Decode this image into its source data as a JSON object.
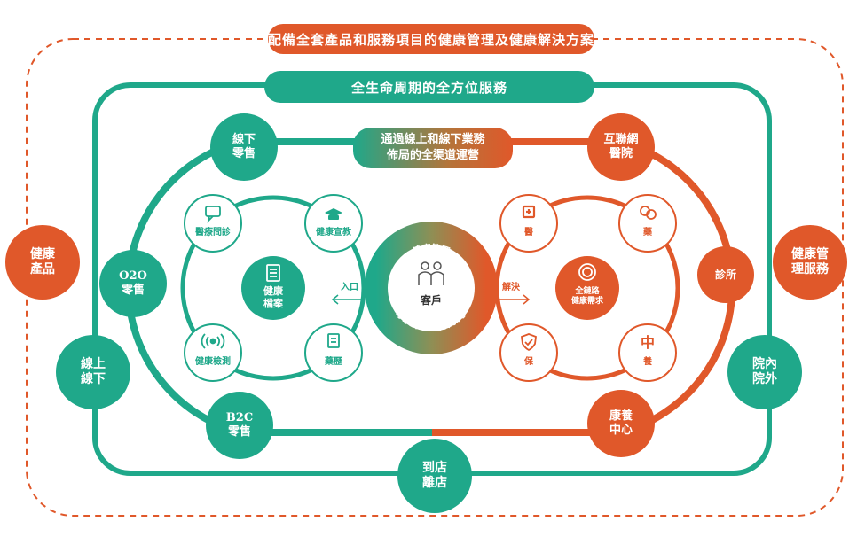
{
  "colors": {
    "teal": "#1fa88a",
    "orange": "#e0582a",
    "light_teal": "#e8f5f1"
  },
  "top_banner": "配備全套產品和服務項目的健康管理及健康解決方案",
  "inner_banner": "全生命周期的全方位服務",
  "center_banner": "通過線上和線下業務\n佈局的全渠道運營",
  "outer_nodes": {
    "left": "健康\n產品",
    "right": "健康管\n理服務",
    "left_bottom": "線上\n線下",
    "right_bottom": "院內\n院外",
    "bottom": "到店\n離店"
  },
  "channel_nodes": {
    "offline_retail": "線下\n零售",
    "o2o_retail": "O2O\n零售",
    "b2c_retail": "B2C\n零售",
    "internet_hospital": "互聯網\n醫院",
    "clinic": "診所",
    "care_center": "康養\n中心"
  },
  "left_cluster": {
    "items": [
      "醫療問診",
      "健康宣教",
      "健康檢測",
      "藥歷"
    ],
    "center": "健康\n檔案",
    "arrow_label": "入口"
  },
  "right_cluster": {
    "items": [
      "醫",
      "藥",
      "保",
      "養"
    ],
    "center": "全鏈路\n健康需求",
    "arrow_label": "解決"
  },
  "core": {
    "top_text": "健康管理",
    "label": "客戶",
    "bottom_text": "家庭醫生有好方"
  },
  "icons": {
    "consult": "chat-bubble-icon",
    "education": "graduation-cap-icon",
    "detection": "signal-waves-icon",
    "record": "document-icon",
    "medical": "medical-cross-icon",
    "medicine": "pill-icon",
    "insurance": "shield-icon",
    "care": "chinese-herb-icon",
    "customer": "people-icon"
  }
}
